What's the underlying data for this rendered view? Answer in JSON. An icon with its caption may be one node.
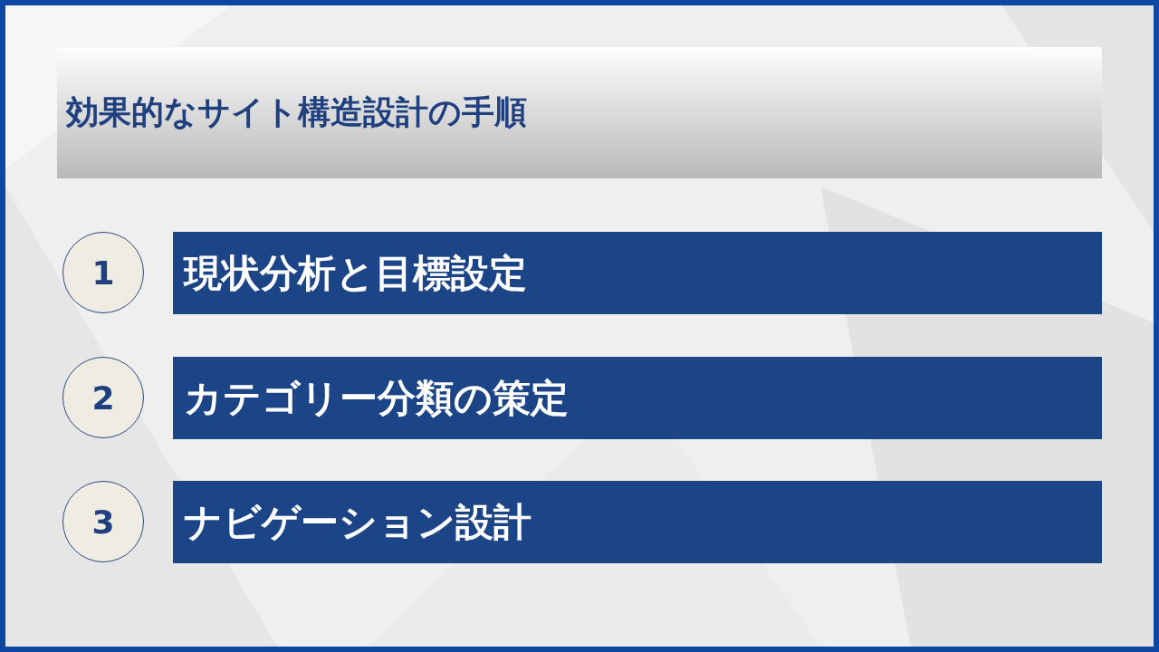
{
  "diagram": {
    "title": "効果的なサイト構造設計の手順",
    "nodes": [
      {
        "text": [
          "1"
        ]
      },
      {
        "text": [
          "現状分析と目標設定"
        ]
      },
      {
        "text": [
          "2"
        ]
      },
      {
        "text": [
          "カテゴリー分類の策定"
        ]
      },
      {
        "text": [
          "3"
        ]
      },
      {
        "text": [
          "ナビゲーション設計"
        ]
      }
    ]
  }
}
